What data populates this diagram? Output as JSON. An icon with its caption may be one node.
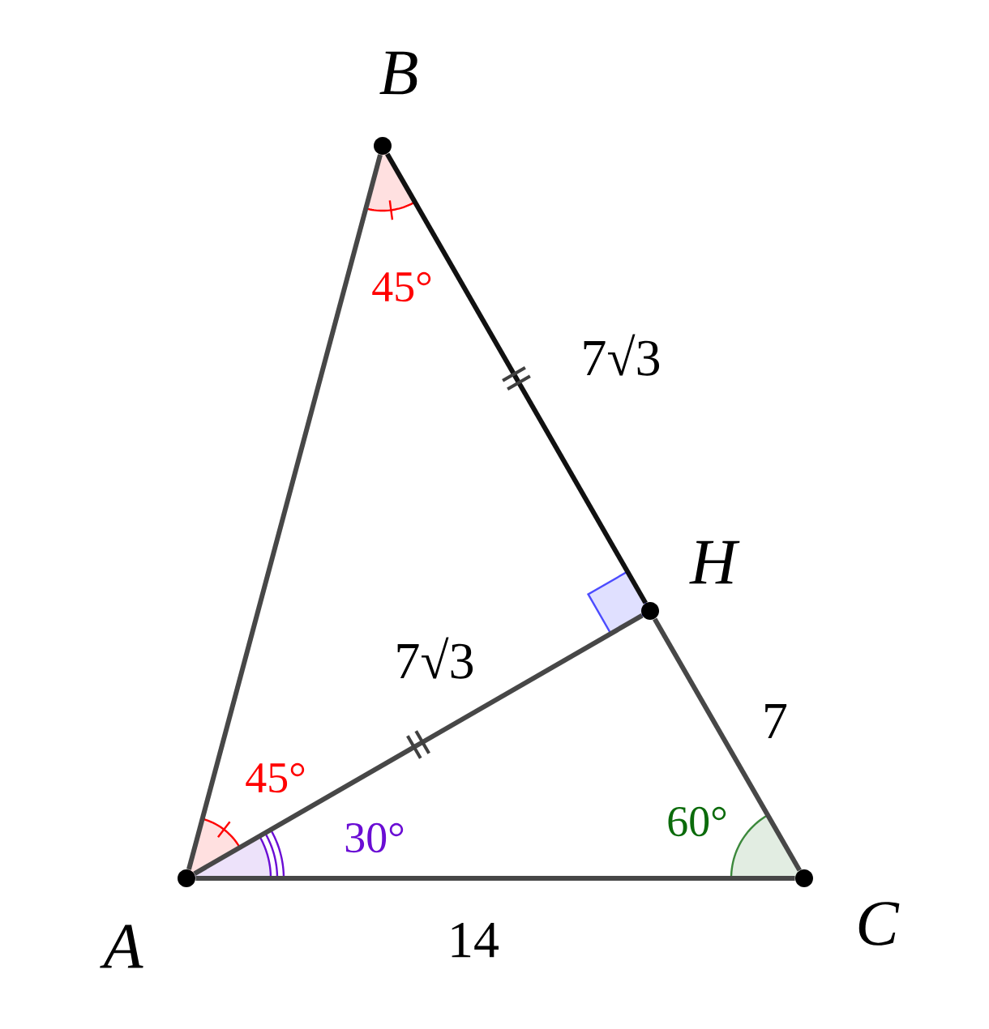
{
  "diagram": {
    "nodes": [
      {
        "text": [],
        "shape": "circle",
        "beside": [
          "B"
        ]
      },
      {
        "text": [],
        "shape": "circle",
        "beside": [
          "H"
        ]
      },
      {
        "text": [],
        "shape": "circle",
        "beside": [
          "A"
        ]
      },
      {
        "text": [],
        "shape": "circle",
        "beside": [
          "C"
        ]
      }
    ],
    "edges": [
      {
        "from": 2,
        "to": 0,
        "arrow": "none"
      },
      {
        "from": 0,
        "to": 1,
        "arrow": "none",
        "label": "7√3",
        "color": "#111111"
      },
      {
        "from": 1,
        "to": 3,
        "arrow": "none",
        "label": "7"
      },
      {
        "from": 3,
        "to": 2,
        "arrow": "none",
        "label": "14"
      },
      {
        "from": 2,
        "to": 1,
        "arrow": "none",
        "label": "7√3"
      }
    ],
    "labels": [
      "45°",
      "45°",
      "60°",
      "30°"
    ]
  }
}
